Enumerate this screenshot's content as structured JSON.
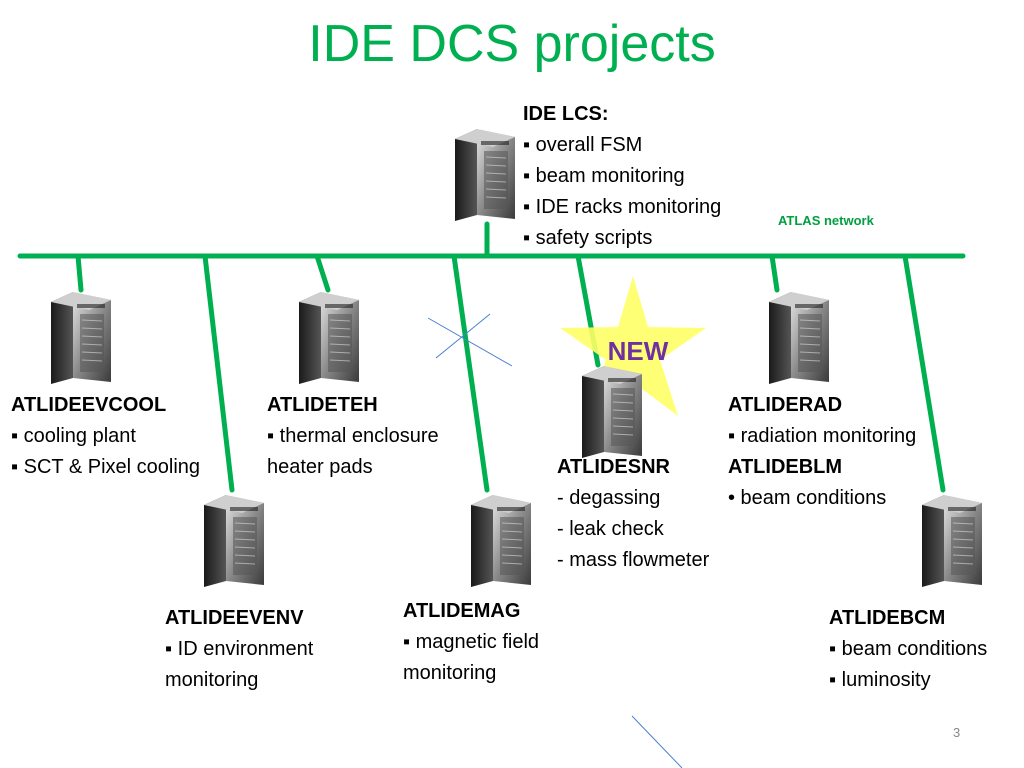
{
  "title": "IDE DCS projects",
  "network_label": "ATLAS network",
  "new_badge": "NEW",
  "page_number": "3",
  "colors": {
    "title": "#00b050",
    "network": "#00b050",
    "new_star": "#ffff66",
    "new_text": "#7030a0",
    "stray_lines": "#4a7fd0"
  },
  "nodes": {
    "lcs": {
      "name": "IDE LCS:",
      "items": [
        "▪ overall FSM",
        "▪ beam monitoring",
        "▪ IDE racks monitoring",
        "▪ safety scripts"
      ]
    },
    "evcool": {
      "name": "ATLIDEEVCOOL",
      "items": [
        "▪ cooling plant",
        "▪ SCT & Pixel cooling"
      ]
    },
    "teh": {
      "name": "ATLIDETEH",
      "items": [
        "▪ thermal enclosure",
        "heater pads"
      ]
    },
    "rad": {
      "name": "ATLIDERAD",
      "items": [
        "▪ radiation monitoring"
      ]
    },
    "blm": {
      "name": "ATLIDEBLM",
      "items": [
        "• beam conditions"
      ]
    },
    "snr": {
      "name": "ATLIDESNR",
      "items": [
        "- degassing",
        "- leak check",
        "- mass flowmeter"
      ]
    },
    "evenv": {
      "name": "ATLIDEEVENV",
      "items": [
        "▪ ID environment",
        "monitoring"
      ]
    },
    "mag": {
      "name": "ATLIDEMAG",
      "items": [
        "▪ magnetic field",
        "monitoring"
      ]
    },
    "bcm": {
      "name": "ATLIDEBCM",
      "items": [
        "▪ beam conditions",
        "▪ luminosity"
      ]
    }
  }
}
